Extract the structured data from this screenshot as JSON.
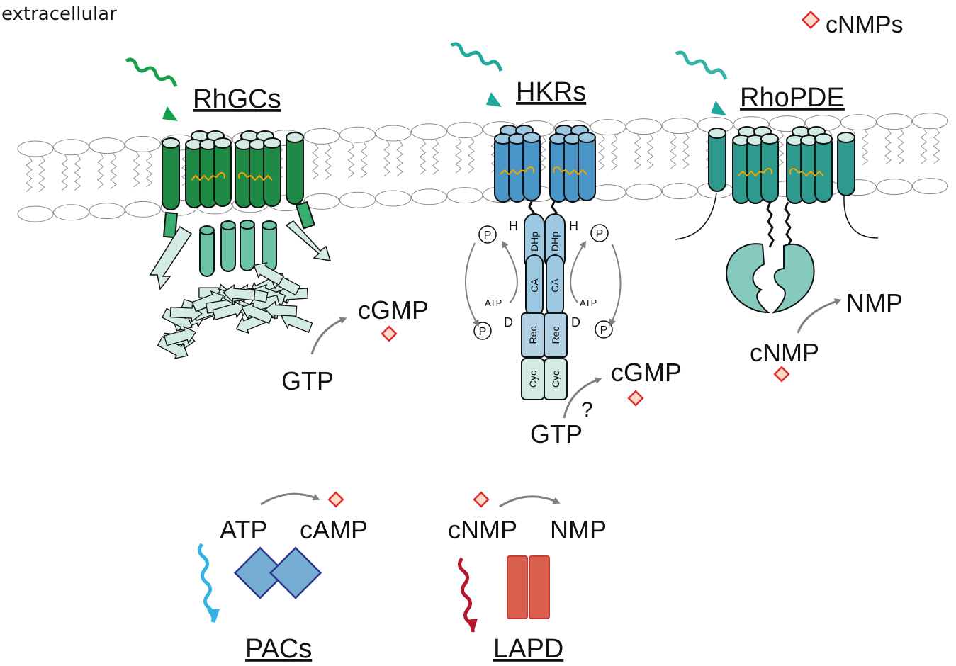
{
  "labels": {
    "extracellular": "extracellular",
    "legend": "cNMPs",
    "rhgcs": "RhGCs",
    "hkrs": "HKRs",
    "rhopde": "RhoPDE",
    "pacs": "PACs",
    "lapd": "LAPD"
  },
  "rhgc": {
    "substrate": "GTP",
    "product": "cGMP"
  },
  "hkr": {
    "domains": [
      "DHp",
      "CA",
      "Rec",
      "Cyc"
    ],
    "residue_h": "H",
    "residue_d": "D",
    "phosphate": "P",
    "atp": "ATP",
    "substrate": "GTP",
    "product": "cGMP",
    "uncertain": "?"
  },
  "rhopde": {
    "substrate": "cNMP",
    "product": "NMP"
  },
  "pac": {
    "substrate": "ATP",
    "product": "cAMP"
  },
  "lapd": {
    "substrate": "cNMP",
    "product": "NMP"
  },
  "colors": {
    "rhgc_green": "#1e8a45",
    "rhgc_light": "#6cc3a5",
    "rhgc_pale": "#d3ebe4",
    "hkr_blue": "#4a96c8",
    "hkr_light": "#9cc8e2",
    "rhopde_teal": "#2e9a8e",
    "rhopde_light": "#86cabd",
    "pac_blue": "#76aed3",
    "pac_stroke": "#2c3590",
    "lapd_red": "#d9604d",
    "cnmp_fill": "#fbdccb",
    "cnmp_stroke": "#e02a2a",
    "light_green_arrow": "#17a04b",
    "light_teal_arrow": "#1fa99b",
    "light_blue_arrow": "#35b2e4",
    "light_red_arrow": "#b5172d",
    "chromophore": "#f0a500",
    "reaction_arrow": "#7f7f7f"
  }
}
